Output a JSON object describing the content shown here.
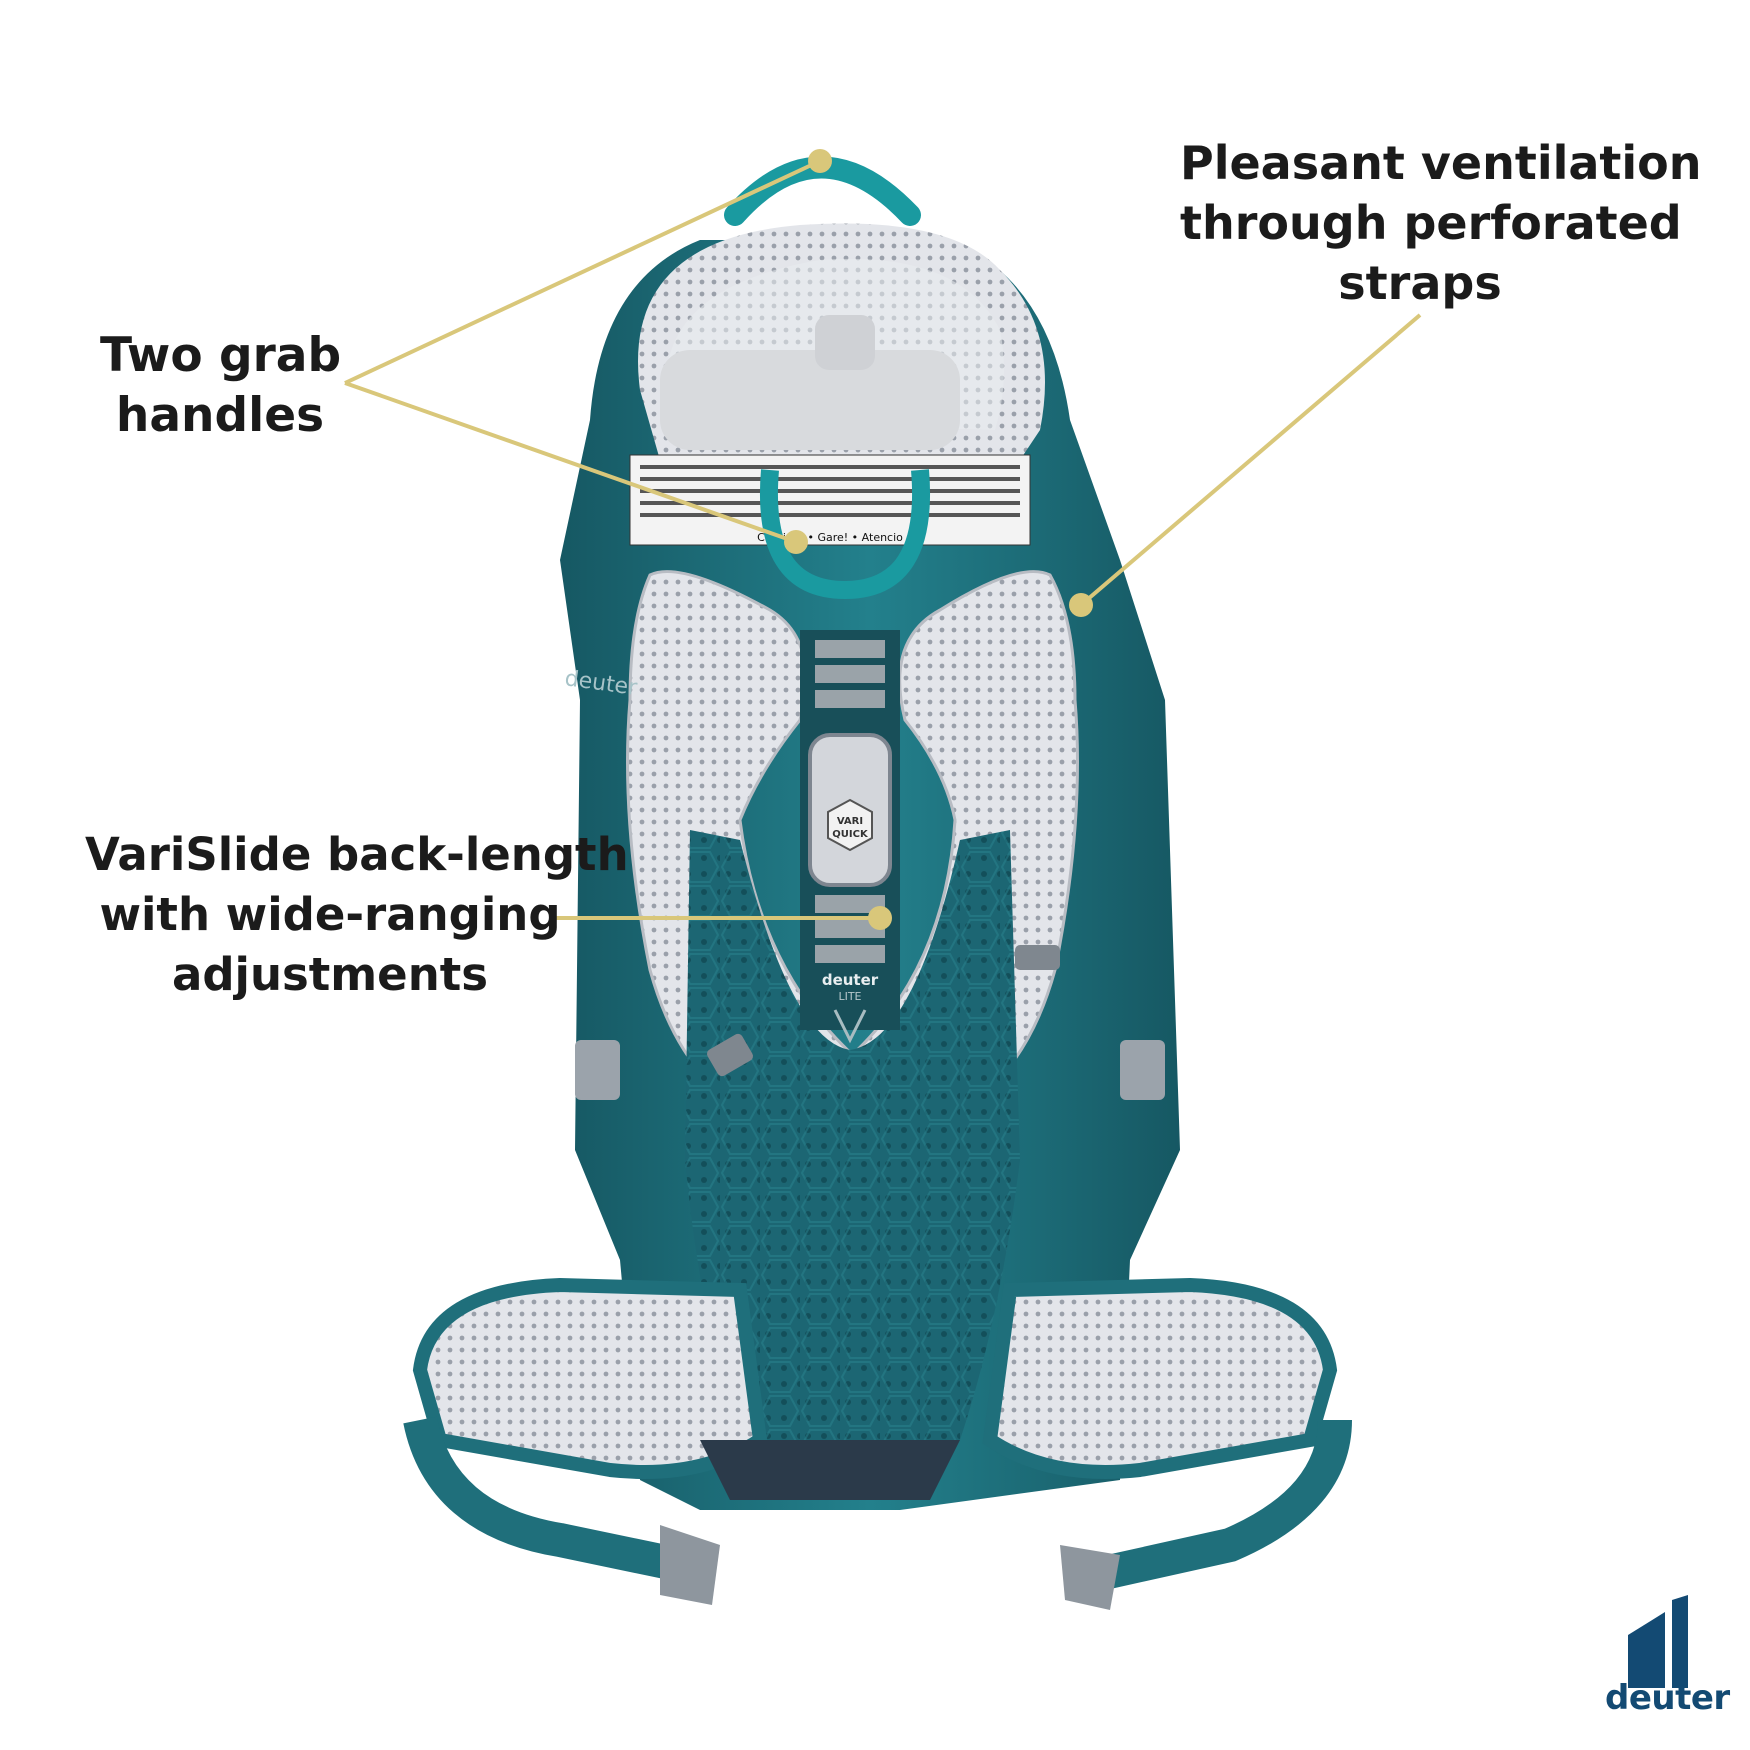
{
  "callouts": {
    "handles": {
      "line1": "Two grab",
      "line2": "handles"
    },
    "ventilation": {
      "line1": "Pleasant ventilation",
      "line2": "through perforated",
      "line3": "straps"
    },
    "varislide": {
      "line1": "VariSlide back-length",
      "line2": "with wide-ranging",
      "line3": "adjustments"
    }
  },
  "brand": {
    "name": "deuter"
  },
  "product_print": {
    "back_logo": "deuter",
    "back_logo_sub": "LITE",
    "slider_badge_1": "VARI",
    "slider_badge_2": "QUICK",
    "side_logo": "deuter",
    "warning_strip": "Caution! • Gare! • Atencio"
  },
  "colors": {
    "callout_line": "#d9c77a",
    "pack_teal": "#1f6f7b",
    "pack_dark": "#154e58",
    "mesh_grey": "#dadde3",
    "brand_blue": "#134a73"
  }
}
